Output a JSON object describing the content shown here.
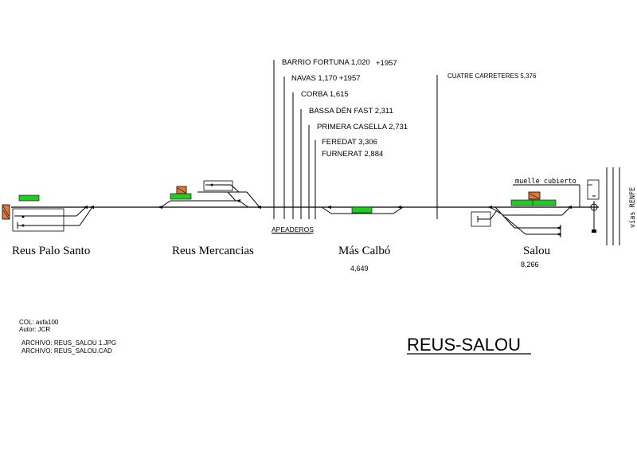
{
  "diagram": {
    "title": "REUS-SALOU",
    "colors": {
      "line": "#000000",
      "platform": "#22cc22",
      "building": "#e07a3a"
    },
    "stations": [
      {
        "name": "Reus Palo Santo",
        "km": ""
      },
      {
        "name": "Reus Mercancias",
        "km": ""
      },
      {
        "name": "Más Calbó",
        "km": "4,649"
      },
      {
        "name": "Salou",
        "km": "8,266"
      }
    ],
    "halts": [
      {
        "label": "BARRIO FORTUNA 1,020",
        "note": "+1957"
      },
      {
        "label": "NAVAS 1,170 +1957",
        "note": ""
      },
      {
        "label": "CORBA 1,615",
        "note": ""
      },
      {
        "label": "BASSA DÉN FAST 2,311",
        "note": ""
      },
      {
        "label": "PRIMERA CASELLA 2,731",
        "note": ""
      },
      {
        "label": "FEREDAT 3,306",
        "note": ""
      },
      {
        "label": "FURNERAT 2,884",
        "note": ""
      }
    ],
    "cuatre_carreteres": "CUATRE CARRETERES 5,376",
    "apeaderos_label": "APEADEROS",
    "muelle_label": "muelle cubierto",
    "renfe_label": "vías RENFE",
    "credits": {
      "col": "COL: asfa100",
      "autor": "Autor: JCR",
      "archivo1": "ARCHIVO: REUS_SALOU 1.JPG",
      "archivo2": "ARCHIVO: REUS_SALOU.CAD"
    }
  }
}
